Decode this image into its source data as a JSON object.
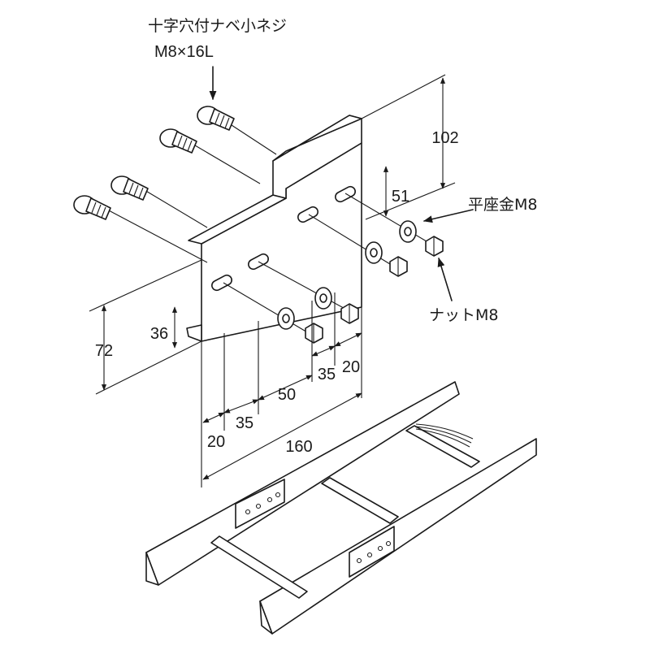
{
  "labels": {
    "screw_name": "十字穴付ナベ小ネジ",
    "screw_size": "M8×16L",
    "washer": "平座金M8",
    "nut": "ナットM8"
  },
  "dimensions": {
    "d102": "102",
    "d51": "51",
    "d36": "36",
    "d72": "72",
    "d20_right": "20",
    "d35_right": "35",
    "d50": "50",
    "d35_left": "35",
    "d20_left": "20",
    "d160": "160"
  }
}
